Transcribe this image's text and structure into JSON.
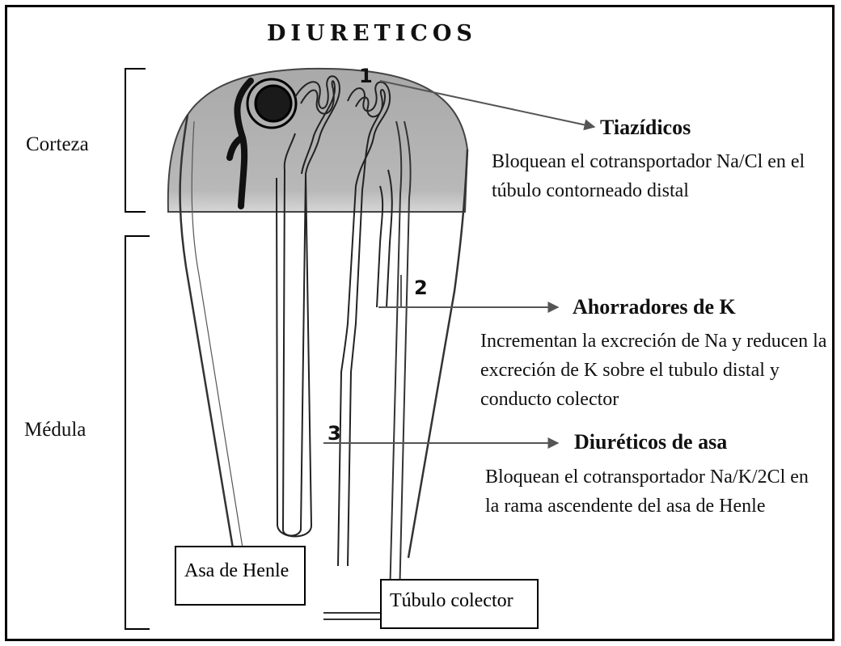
{
  "title": "DIURETICOS",
  "regions": {
    "corteza": "Corteza",
    "medula": "Médula"
  },
  "markers": [
    "1",
    "2",
    "3"
  ],
  "diuretics": [
    {
      "name": "Tiazídicos",
      "description": "Bloquean el cotransportador Na/Cl en el túbulo contorneado distal"
    },
    {
      "name": "Ahorradores de K",
      "description": "Incrementan la excreción de Na y reducen la excreción de K sobre el tubulo distal y conducto colector"
    },
    {
      "name": "Diuréticos de asa",
      "description": "Bloquean el cotransportador Na/K/2Cl en la rama ascendente del asa de Henle"
    }
  ],
  "labels": {
    "asa_de_henle": "Asa de Henle",
    "tubulo_colector": "Túbulo colector"
  },
  "colors": {
    "cortex_fill": "#b3b3b3",
    "medulla_fill": "#ffffff",
    "ink": "#000000",
    "arrow": "#555555"
  }
}
